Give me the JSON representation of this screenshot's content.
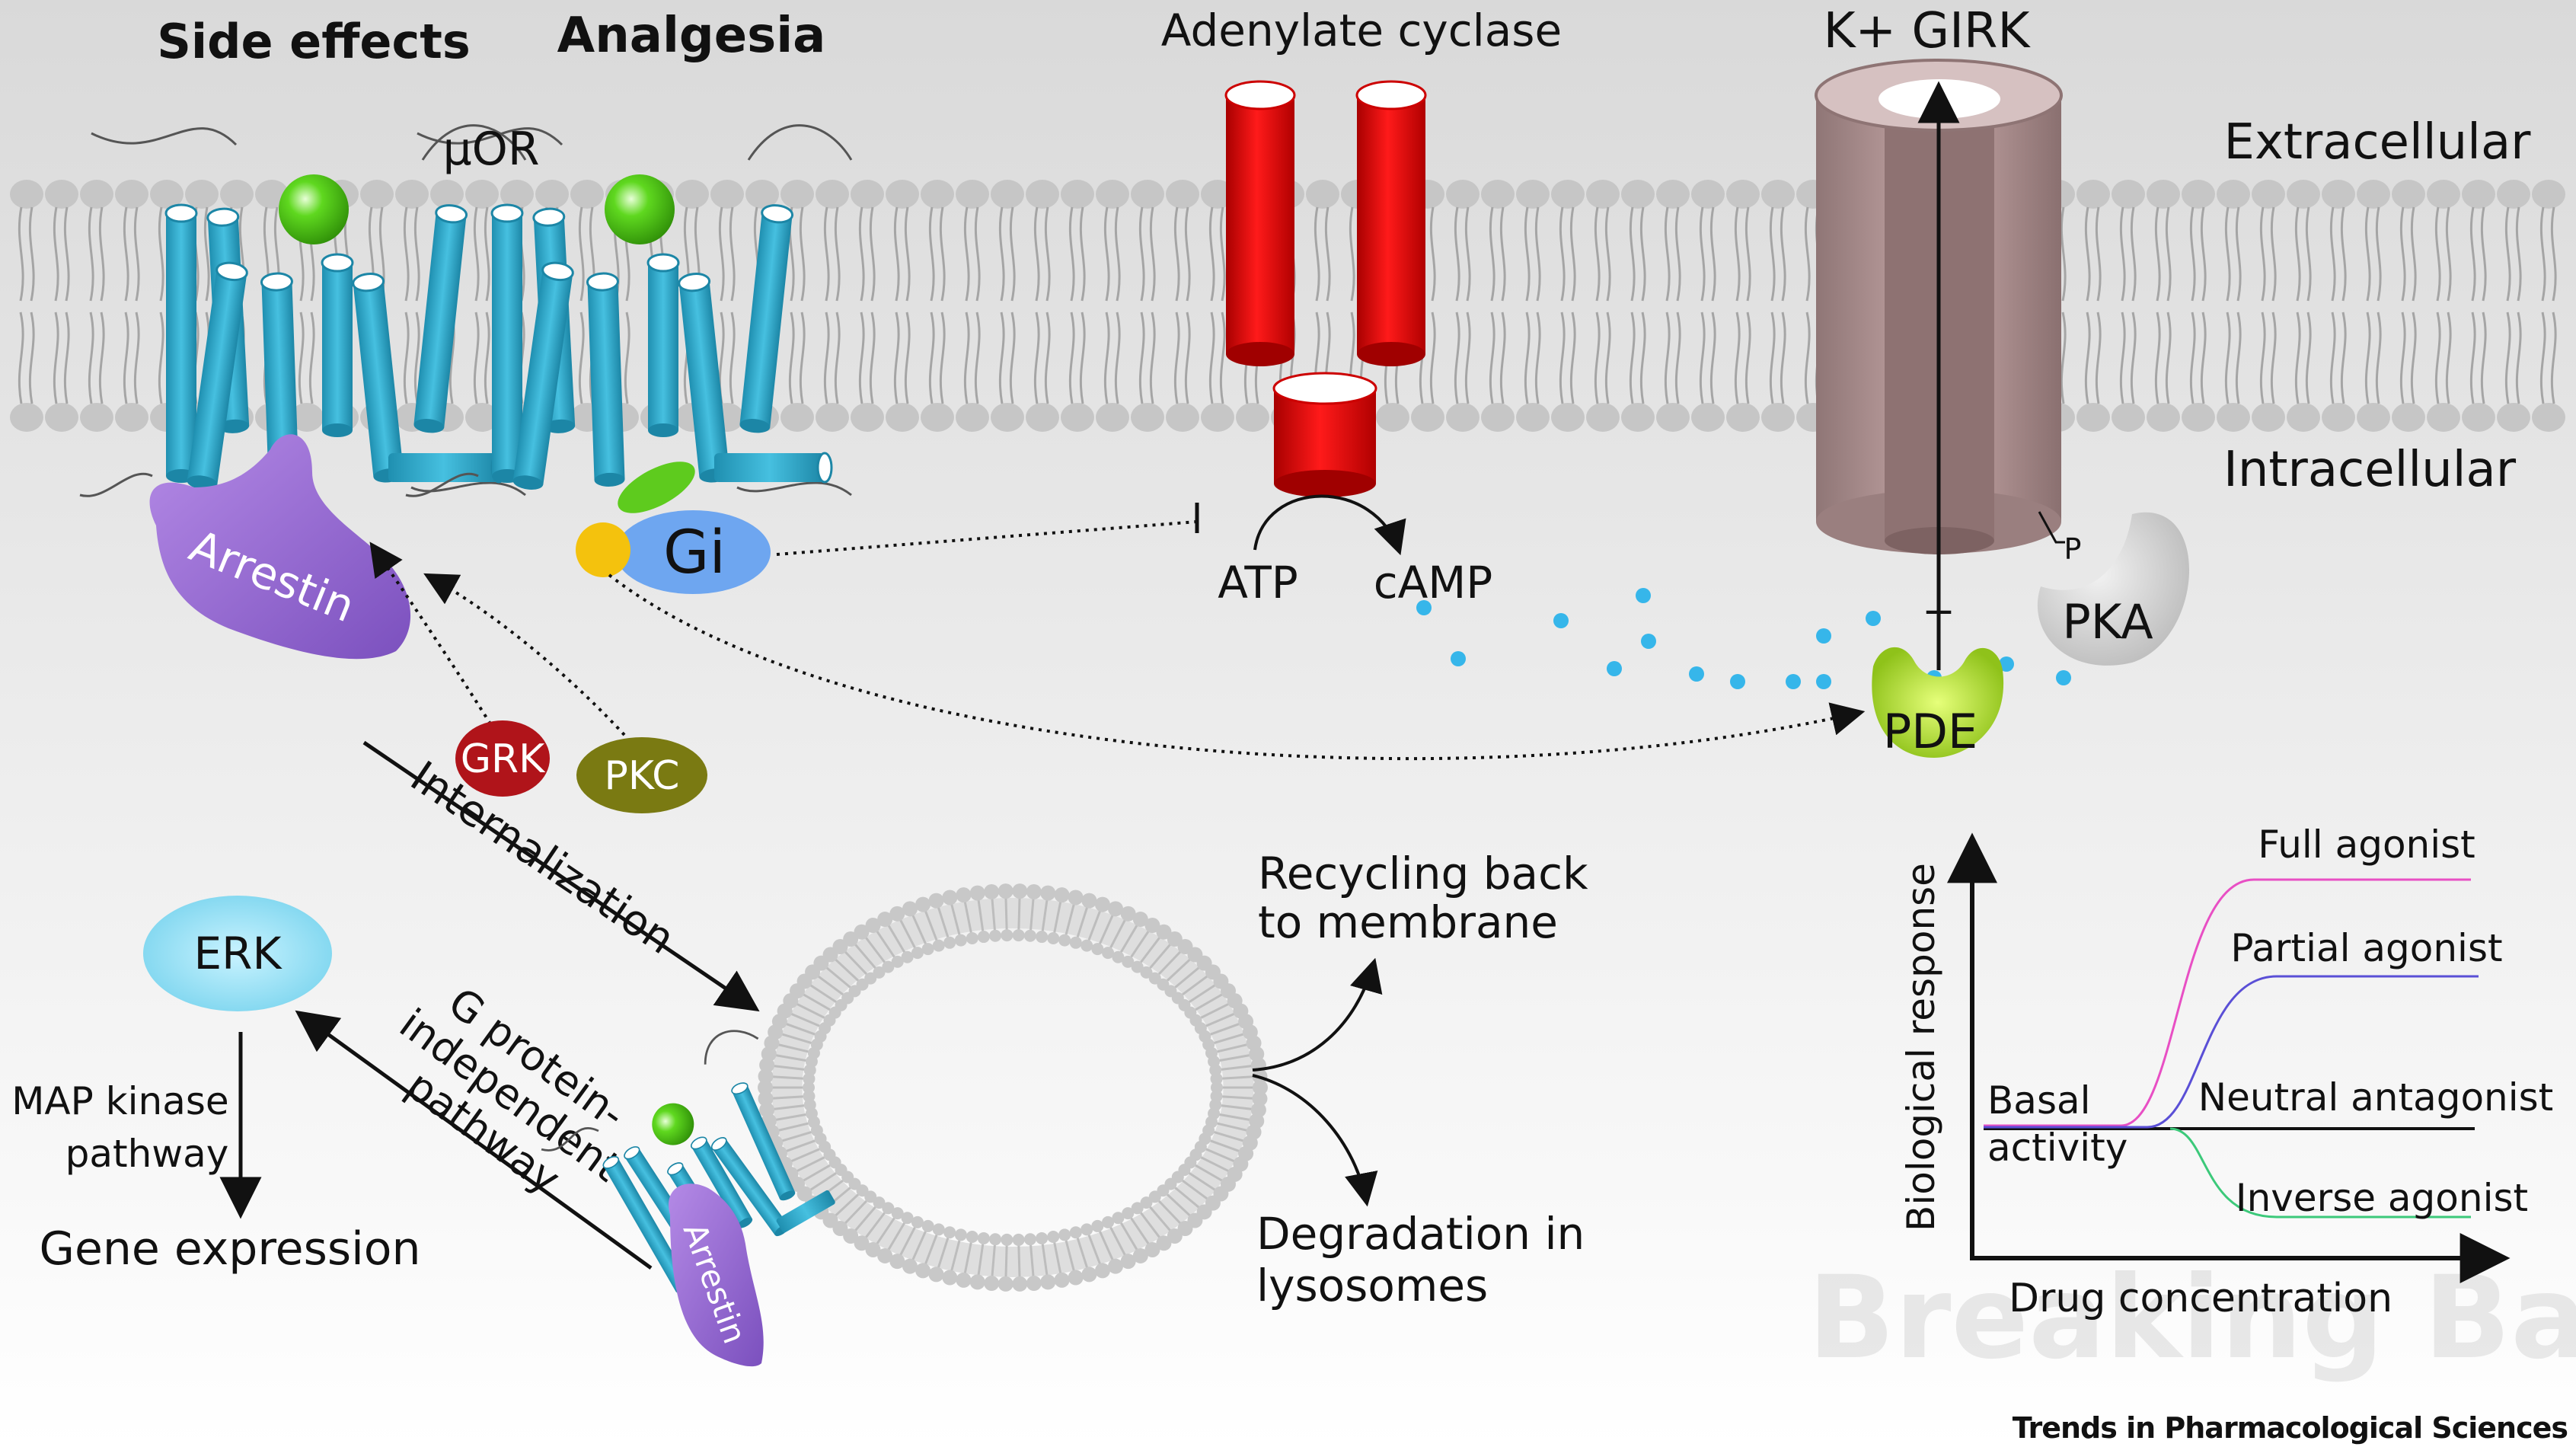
{
  "headings": {
    "side_effects": "Side effects",
    "analgesia": "Analgesia",
    "adenylate_cyclase": "Adenylate cyclase",
    "k_girk": "K+ GIRK",
    "extracellular": "Extracellular",
    "intracellular": "Intracellular"
  },
  "receptor": {
    "label": "μOR"
  },
  "proteins": {
    "arrestin": "Arrestin",
    "arrestin_small": "Arrestin",
    "gi": "Gi",
    "grk": "GRK",
    "pkc": "PKC",
    "pka": "PKA",
    "phospho": "P",
    "pde": "PDE",
    "erk": "ERK"
  },
  "reaction": {
    "atp": "ATP",
    "camp": "cAMP",
    "plus": "+"
  },
  "pathway_labels": {
    "internalization": "Internalization",
    "g_protein_independent": [
      "G protein-",
      "independent",
      "pathway"
    ],
    "map_kinase": [
      "MAP kinase",
      "pathway"
    ],
    "gene_expression": "Gene expression",
    "recycling": [
      "Recycling back",
      "to membrane"
    ],
    "degradation": [
      "Degradation in",
      "lysosomes"
    ]
  },
  "graph": {
    "ylabel": "Biological response",
    "xlabel": "Drug concentration",
    "basal": [
      "Basal",
      "activity"
    ],
    "curves": {
      "full": "Full agonist",
      "partial": "Partial agonist",
      "neutral": "Neutral antagonist",
      "inverse": "Inverse agonist"
    }
  },
  "watermark": "Breaking Bad",
  "journal": "Trends in Pharmacological Sciences",
  "colors": {
    "helix": "#2fa9cc",
    "ligand": "#5ecb1e",
    "arrestin": "#9b6fd0",
    "gi": "#6ea6f0",
    "grk": "#b0141a",
    "pkc": "#7a7a12",
    "cyclase": "#dd0000",
    "girk": "#a88888",
    "pde": "#a6d424",
    "erk": "#9fe6f6",
    "camp_dots": "#36b6ea",
    "full_agonist": "#e84fc4",
    "partial_agonist": "#5a4fd6",
    "inverse_agonist": "#3cc97a"
  }
}
